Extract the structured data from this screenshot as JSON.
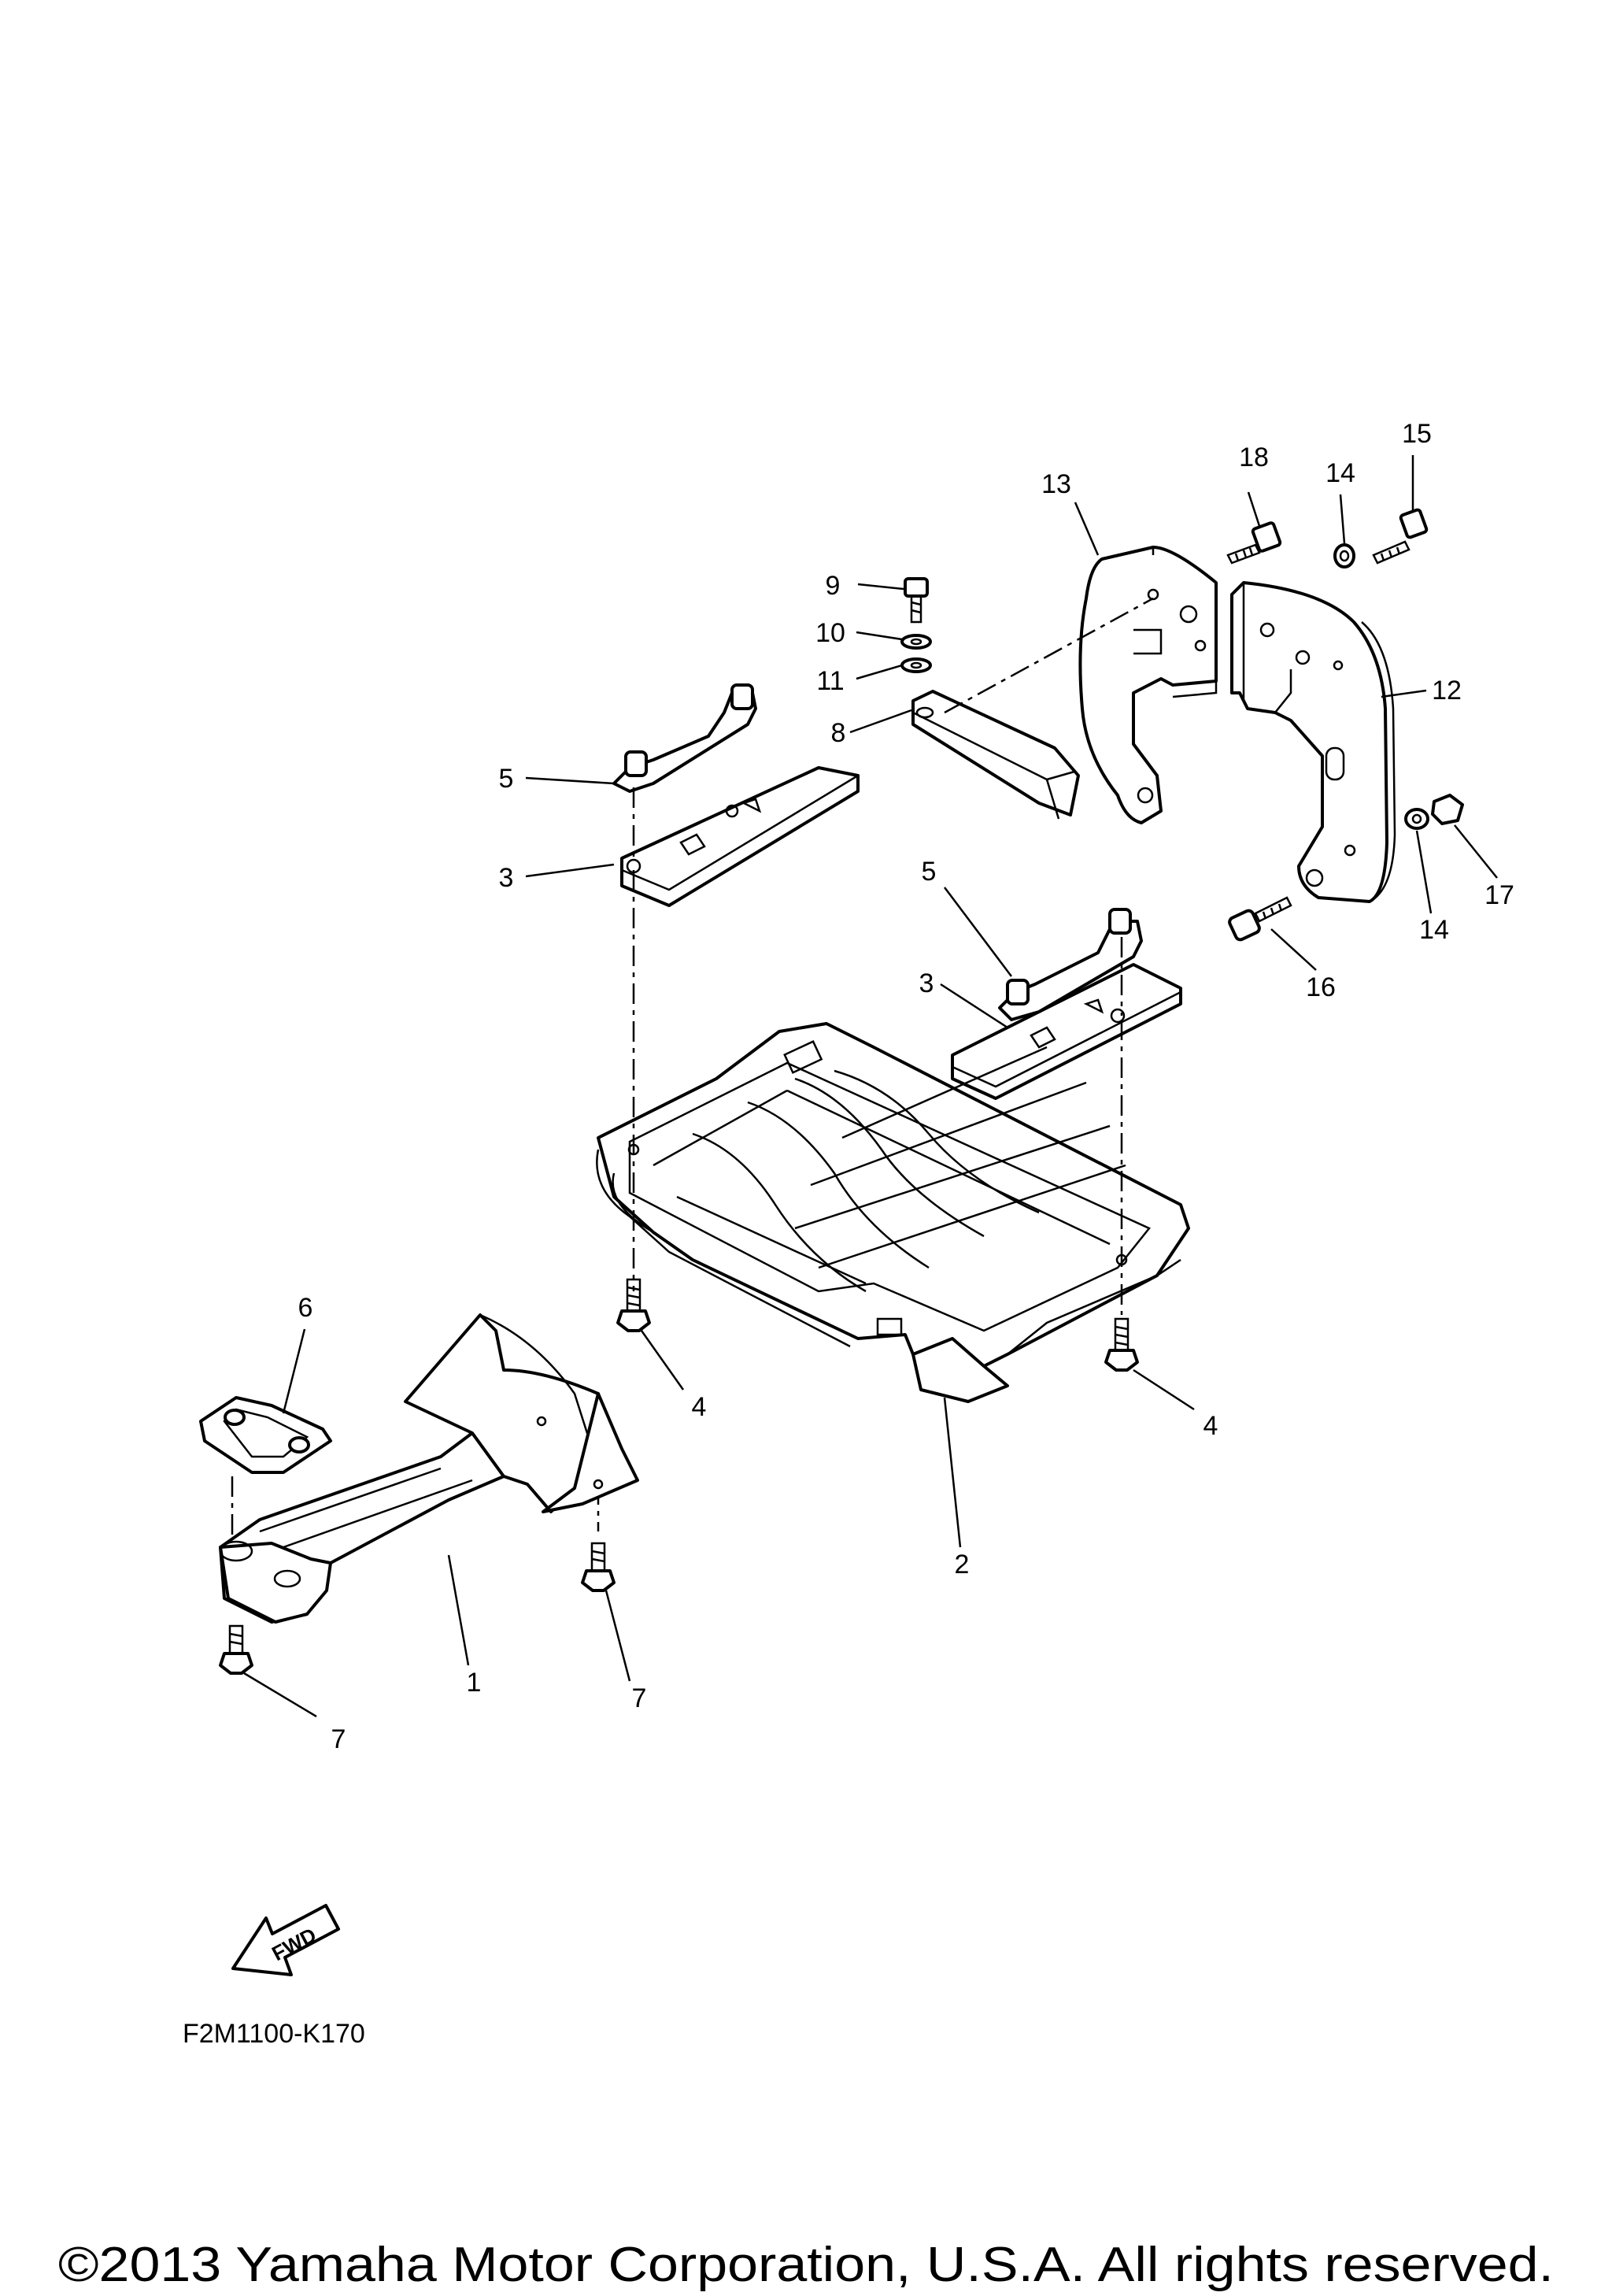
{
  "diagram": {
    "code": "F2M1100-K170",
    "copyright": "©2013 Yamaha Motor Corporation, U.S.A. All rights reserved.",
    "fwd_label": "FWD",
    "callouts": [
      {
        "key": "c18",
        "label": "18"
      },
      {
        "key": "c15",
        "label": "15"
      },
      {
        "key": "c14a",
        "label": "14"
      },
      {
        "key": "c13",
        "label": "13"
      },
      {
        "key": "c9",
        "label": "9"
      },
      {
        "key": "c10",
        "label": "10"
      },
      {
        "key": "c11",
        "label": "11"
      },
      {
        "key": "c8",
        "label": "8"
      },
      {
        "key": "c12",
        "label": "12"
      },
      {
        "key": "c5a",
        "label": "5"
      },
      {
        "key": "c3a",
        "label": "3"
      },
      {
        "key": "c5b",
        "label": "5"
      },
      {
        "key": "c3b",
        "label": "3"
      },
      {
        "key": "c14b",
        "label": "14"
      },
      {
        "key": "c17",
        "label": "17"
      },
      {
        "key": "c16",
        "label": "16"
      },
      {
        "key": "c6",
        "label": "6"
      },
      {
        "key": "c4a",
        "label": "4"
      },
      {
        "key": "c4b",
        "label": "4"
      },
      {
        "key": "c2",
        "label": "2"
      },
      {
        "key": "c1",
        "label": "1"
      },
      {
        "key": "c7a",
        "label": "7"
      },
      {
        "key": "c7b",
        "label": "7"
      }
    ]
  }
}
